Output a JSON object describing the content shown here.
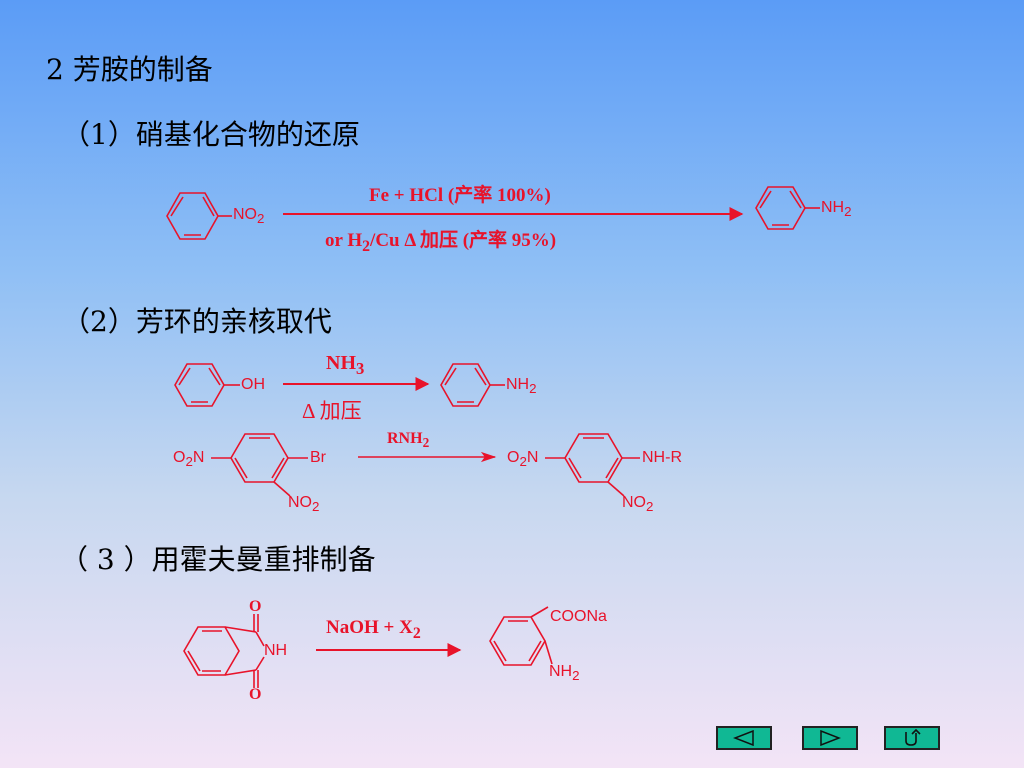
{
  "headings": {
    "title": "2 芳胺的制备",
    "sec1": "（1）硝基化合物的还原",
    "sec2": "（2）芳环的亲核取代",
    "sec3": "（ 3 ）用霍夫曼重排制备"
  },
  "reaction1": {
    "reactant": "NO",
    "reactant_sub": "2",
    "cond_top": "Fe  +  HCl (产率 100%)",
    "cond_bot_pre": "or  H",
    "cond_bot_sub": "2",
    "cond_bot_post": "/Cu  Δ   加压   (产率 95%)",
    "product": "NH",
    "product_sub": "2"
  },
  "reaction2": {
    "reactant": "OH",
    "reagent": "NH",
    "reagent_sub": "3",
    "cond_bot": "Δ 加压",
    "product": "NH",
    "product_sub": "2"
  },
  "reaction3": {
    "left_o2n": "O",
    "left_o2n_sub": "2",
    "left_o2n_n": "N",
    "left_br": "Br",
    "left_no2": "NO",
    "left_no2_sub": "2",
    "reagent": "RNH",
    "reagent_sub": "2",
    "right_o2n": "O",
    "right_o2n_sub": "2",
    "right_o2n_n": "N",
    "right_nhr": "NH-R",
    "right_no2": "NO",
    "right_no2_sub": "2"
  },
  "reaction4": {
    "o_top": "O",
    "nh": "NH",
    "o_bot": "O",
    "reagent_pre": "NaOH  +  X",
    "reagent_sub": "2",
    "product_coona": "COONa",
    "product_nh": "NH",
    "product_nh_sub": "2"
  },
  "nav": {
    "prev": "previous",
    "next": "next",
    "return": "return"
  },
  "colors": {
    "chem": "#e8132a",
    "nav": "#10b894"
  }
}
